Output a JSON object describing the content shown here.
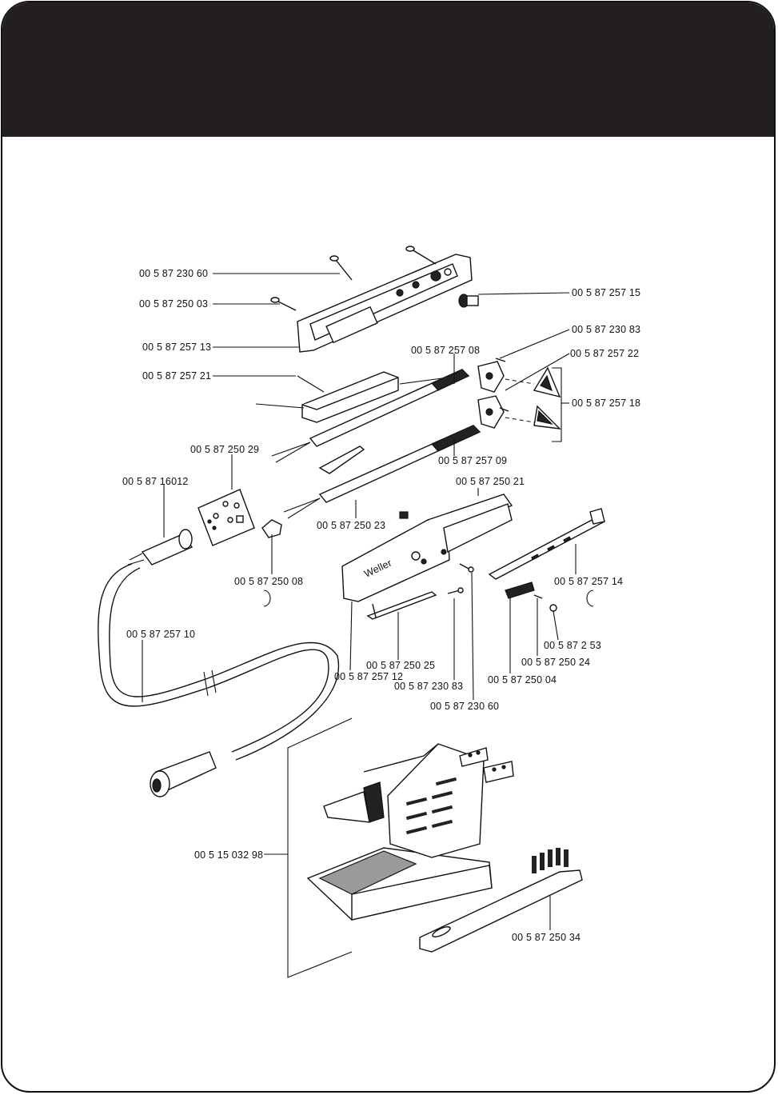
{
  "parts": {
    "p_230_60_top": "00 5 87 230 60",
    "p_250_03": "00 5 87 250 03",
    "p_257_13": "00 5 87 257 13",
    "p_257_21": "00 5 87 257 21",
    "p_257_15": "00 5 87 257 15",
    "p_230_83_top": "00 5 87 230 83",
    "p_257_22": "00 5 87 257 22",
    "p_257_08": "00 5 87 257 08",
    "p_257_18": "00 5 87 257 18",
    "p_257_09": "00 5 87 257 09",
    "p_250_29": "00 5 87 250 29",
    "p_716_012": "00 5 87 16012",
    "p_250_21": "00 5 87 250 21",
    "p_250_23": "00 5 87 250 23",
    "p_250_08": "00 5 87 250 08",
    "p_257_14": "00 5 87 257 14",
    "p_257_10": "00 5 87 257 10",
    "p_250_53": "00 5 87 2  53",
    "p_250_24": "00 5 87 250 24",
    "p_250_25": "00 5 87 250 25",
    "p_257_12": "00 5 87 257 12",
    "p_250_04": "00 5 87 250 04",
    "p_230_83_bot": "00 5 87 230 83",
    "p_230_60_bot": "00 5 87 230 60",
    "p_515_032_98": "00 5 15 032 98",
    "p_250_34": "00 5 87 250 34"
  },
  "housing_brand": "Weller"
}
